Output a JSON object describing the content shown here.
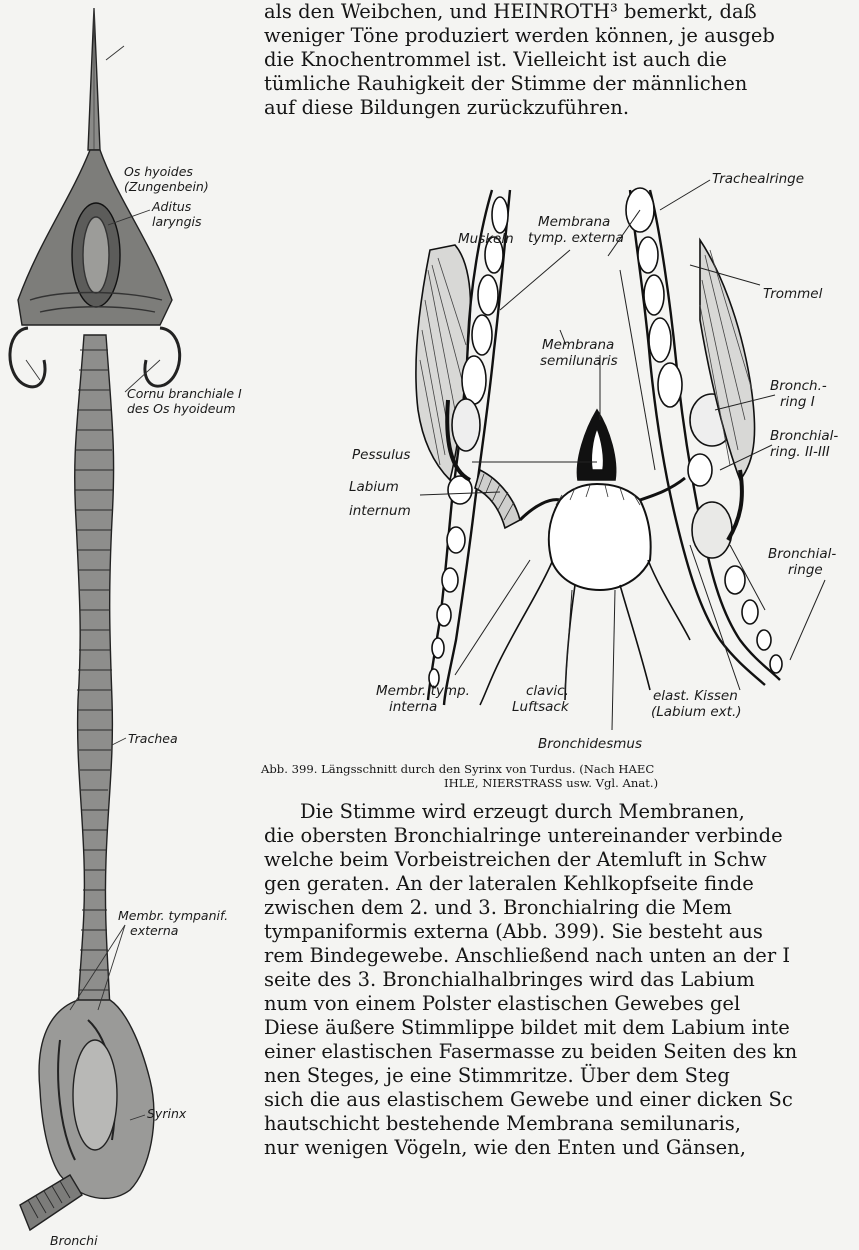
{
  "top_paragraph": [
    "als den Weibchen, und HEINROTH³ bemerkt, daß",
    "weniger Töne produziert werden können, je ausgeb",
    "die Knochentrommel ist. Vielleicht ist auch die",
    "tümliche Rauhigkeit der Stimme der männlichen",
    "auf diese Bildungen zurückzuführen."
  ],
  "left_figure_labels": {
    "os_hyoides": [
      "Os hyoides",
      "(Zungenbein)"
    ],
    "aditus": [
      "Aditus",
      "laryngis"
    ],
    "cornu": [
      "Cornu branchiale I",
      "des Os hyoideum"
    ],
    "trachea": "Trachea",
    "membr_tymp": [
      "Membr. tympanif.",
      "externa"
    ],
    "syrinx": "Syrinx",
    "bronchi": "Bronchi"
  },
  "fig399_labels": {
    "trachealringe": "Trachealringe",
    "membrana_tymp_externa": [
      "Membrana",
      "tymp. externa"
    ],
    "muskeln": "Muskeln",
    "trommel": "Trommel",
    "membrana_semilunaris": [
      "Membrana",
      "semilunaris"
    ],
    "bronch_ring_1": [
      "Bronch.-",
      "ring I"
    ],
    "bronchial_ring_2_3": [
      "Bronchial-",
      "ring. II-III"
    ],
    "pessulus": "Pessulus",
    "labium_internum": [
      "Labium",
      "internum"
    ],
    "bronchialringe": [
      "Bronchial-",
      "ringe"
    ],
    "membr_tymp_interna": [
      "Membr. tymp.",
      "interna"
    ],
    "clavic_luftsack": [
      "clavic.",
      "Luftsack"
    ],
    "elast_kissen": [
      "elast. Kissen",
      "(Labium ext.)"
    ],
    "bronchidesmus": "Bronchidesmus"
  },
  "caption": [
    "Abb. 399.  Längsschnitt durch den Syrinx von Turdus.  (Nach HAEC",
    "IHLE, NIERSTRASS usw.   Vgl. Anat.)"
  ],
  "body_paragraph": [
    "Die Stimme wird erzeugt durch Membranen,",
    "die obersten Bronchialringe untereinander verbinde",
    "welche beim Vorbeistreichen der Atemluft in Schw",
    "gen geraten.  An der lateralen Kehlkopfseite finde",
    "zwischen dem 2. und 3. Bronchialring die Mem",
    "tympaniformis externa (Abb. 399). Sie besteht aus",
    "rem Bindegewebe. Anschließend nach unten an der I",
    "seite des 3. Bronchialhalbringes wird das Labium",
    "num von einem Polster elastischen Gewebes gel",
    "Diese äußere Stimmlippe bildet mit dem Labium inte",
    "einer elastischen Fasermasse zu beiden Seiten des kn",
    "nen Steges, je eine Stimmritze. Über dem Steg",
    "sich die aus elastischem Gewebe und einer dicken Sc",
    "hautschicht bestehende Membrana semilunaris,",
    "nur wenigen Vögeln, wie den Enten und Gänsen,"
  ]
}
